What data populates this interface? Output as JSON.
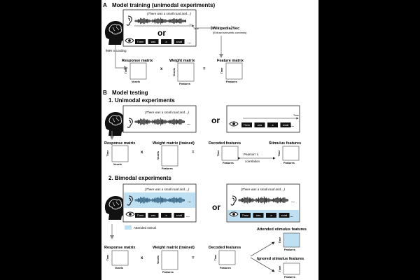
{
  "section_a": {
    "letter": "A",
    "title": "Model training (unimodal experiments)",
    "stimulus_sentence": "(There was a small road and…)",
    "or_label": "or",
    "time_label": "Time",
    "wikipedia_title": "Wikipedia2Vec",
    "wikipedia_sub": "(Extract semantic contents)",
    "fmri_label": "fMRI recording",
    "response_matrix_label": "Response matrix",
    "weight_matrix_label": "Weight matrix",
    "feature_matrix_label": "Feature matrix",
    "times_sign": "x",
    "equals_sign": "="
  },
  "words": [
    "There",
    "was",
    "a",
    "small"
  ],
  "axis": {
    "time": "Time",
    "voxels": "Voxels",
    "features": "Features"
  },
  "section_b": {
    "letter": "B",
    "title": "Model testing",
    "unimodal": {
      "title": "1. Unimodal experiments",
      "stimulus_sentence": "(There was a small road and…)",
      "or_label": "or",
      "time_label": "Time",
      "response_matrix_label": "Response matrix",
      "weight_matrix_label": "Weight matrix (trained)",
      "decoded_label": "Decoded features",
      "stimulus_features_label": "Stimulus features",
      "pearson_label": "Pearson' s",
      "correlation_label": "correlation",
      "times_sign": "x",
      "equals_sign": "="
    },
    "bimodal": {
      "title": "2. Bimodal experiments",
      "stimulus_sentence_left": "(There was a small road and…)",
      "stimulus_sentence_right": "(There was a small road and…)",
      "or_label": "or",
      "attended_legend": "Attended stimuli",
      "response_matrix_label": "Response matrix",
      "weight_matrix_label": "Weight matrix (trained)",
      "decoded_label": "Decoded features",
      "attended_features_label": "Attended stimulus features",
      "ignored_features_label": "Ignored stimulus features",
      "times_sign": "x",
      "equals_sign": "="
    }
  },
  "colors": {
    "highlight": "#bfe0f2",
    "ink": "#111111",
    "arrow": "#888888"
  }
}
